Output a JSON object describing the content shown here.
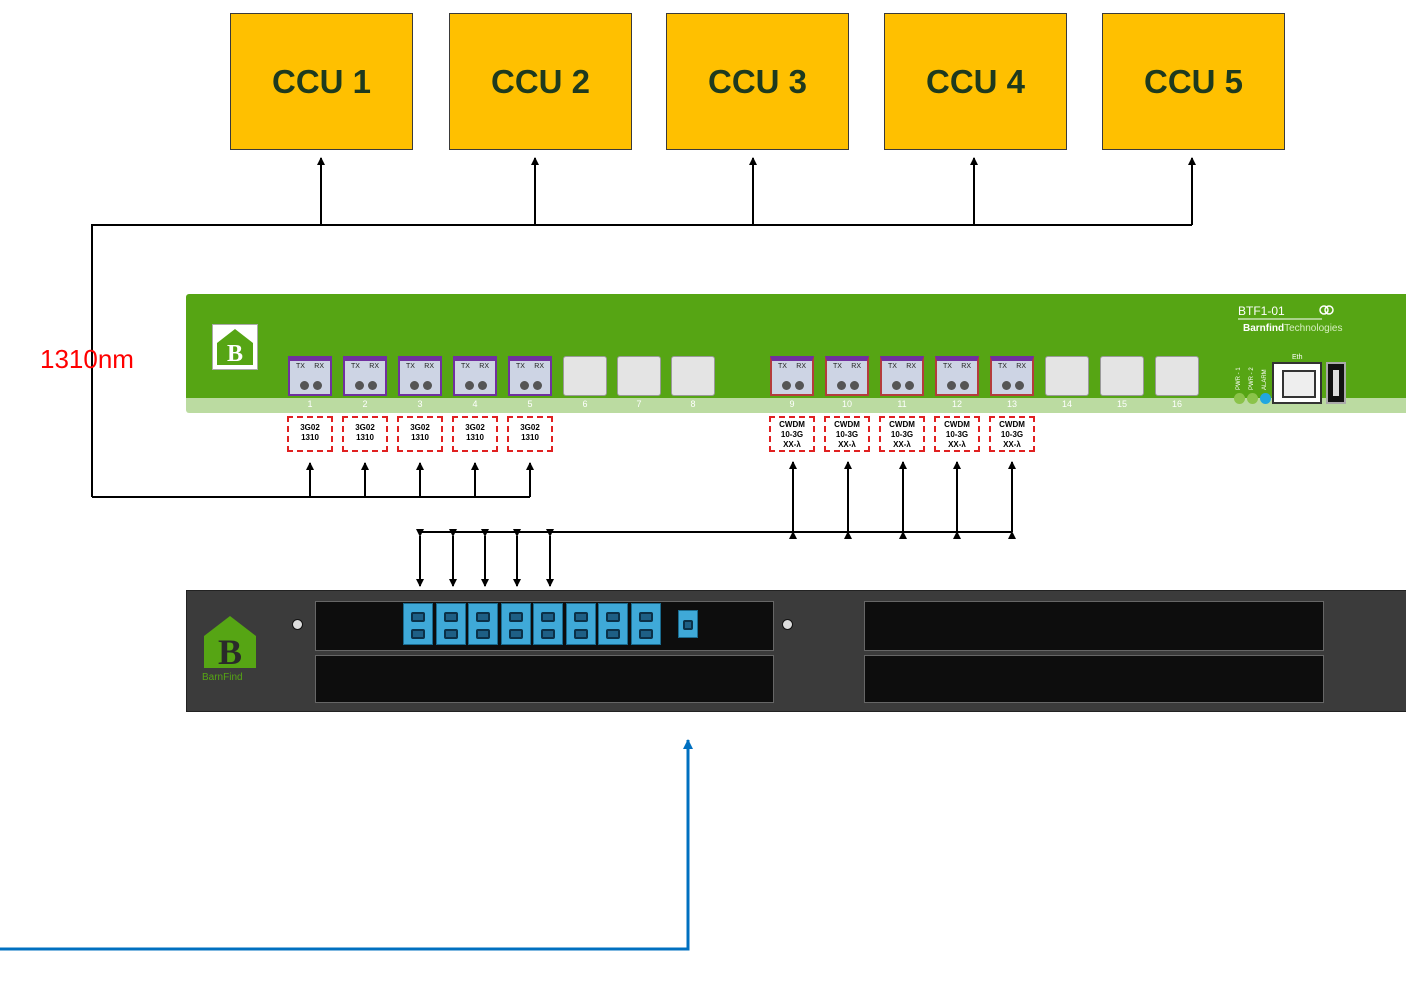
{
  "ccus": [
    "CCU 1",
    "CCU 2",
    "CCU 3",
    "CCU 4",
    "CCU 5"
  ],
  "wavelength_label": "1310nm",
  "switch": {
    "model": "BTF1-01",
    "brand_bold": "Barnfind",
    "brand_rest": "Technologies",
    "logo_letter": "B",
    "port_numbers": [
      "1",
      "2",
      "3",
      "4",
      "5",
      "6",
      "7",
      "8",
      "9",
      "10",
      "11",
      "12",
      "13",
      "14",
      "15",
      "16"
    ],
    "sfp_tx": "TX",
    "sfp_rx": "RX",
    "std_label_line1": "3G02",
    "std_label_line2": "1310",
    "cwdm_label_line1": "CWDM",
    "cwdm_label_line2": "10-3G",
    "cwdm_label_line3": "XX-λ",
    "leds": [
      "PWR - 1",
      "PWR - 2",
      "ALARM"
    ],
    "eth_label": "Eth",
    "colors": {
      "panel": "#56A514",
      "std_sfp_border": "#7030A0",
      "cwdm_sfp_border": "#B43C3C",
      "label_border": "#E02020"
    }
  },
  "chassis": {
    "logo_letter": "B",
    "logo_text": "BarnFind",
    "colors": {
      "body": "#3B3B3B",
      "lc_connector": "#3FA9D8",
      "feed_line": "#0070C0"
    }
  }
}
